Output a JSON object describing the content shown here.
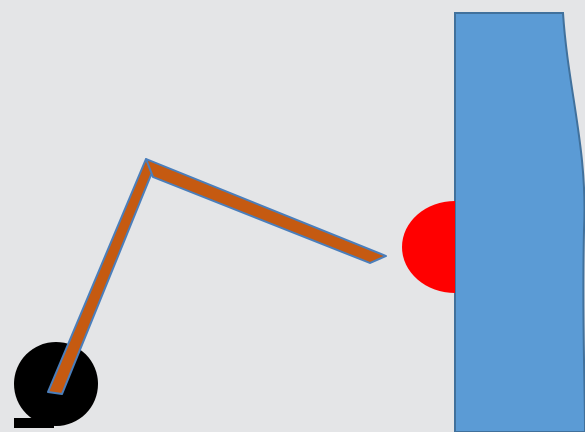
{
  "scene": {
    "background_color": "#e4e5e7",
    "colors": {
      "robot_base": "#000000",
      "arm_link": "#c55a11",
      "arm_outline": "#4a7ebb",
      "target_marker": "#ff0000",
      "wall_fill": "#5b9bd5",
      "wall_outline": "#41719c"
    },
    "elements": [
      "robot-base",
      "upper-arm-link",
      "forearm-link",
      "target-marker",
      "wall"
    ]
  }
}
